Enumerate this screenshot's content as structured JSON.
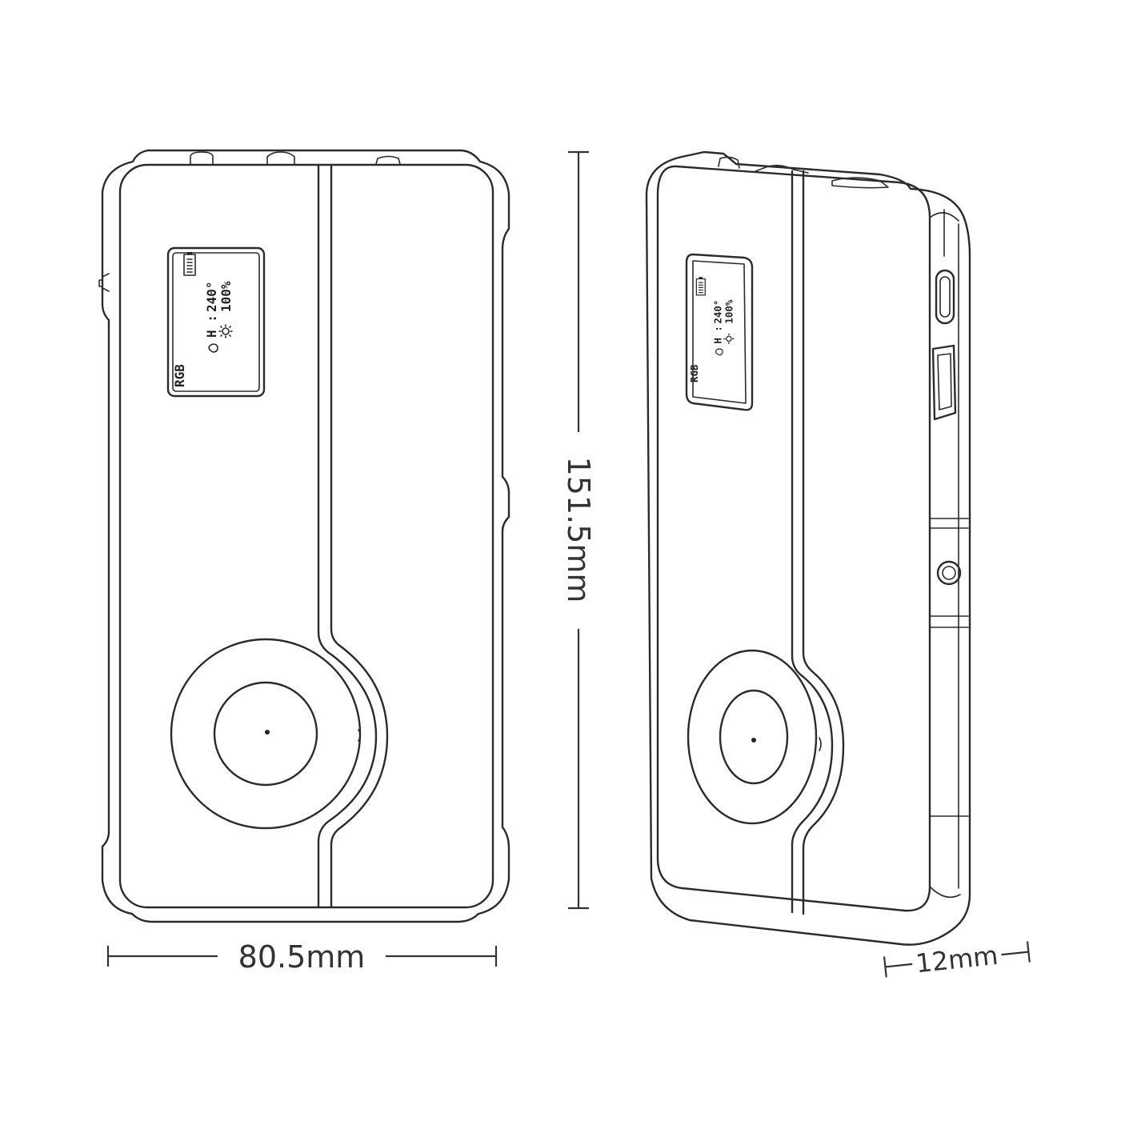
{
  "dimensions": {
    "width": "80.5mm",
    "height": "151.5mm",
    "depth": "12mm"
  },
  "screen": {
    "mode": "RGB",
    "hue_label": "H :",
    "hue_value": "240°",
    "brightness_value": "100%"
  }
}
